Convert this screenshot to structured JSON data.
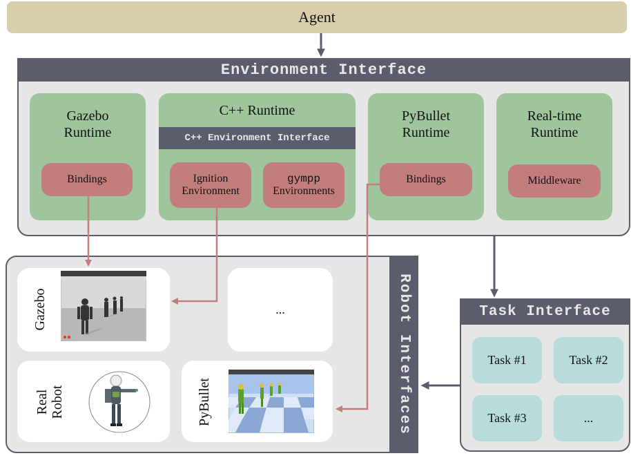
{
  "agent": {
    "label": "Agent"
  },
  "env_interface": {
    "title": "Environment Interface",
    "gazebo": {
      "title_line1": "Gazebo",
      "title_line2": "Runtime",
      "bindings": "Bindings"
    },
    "cpp": {
      "title": "C++ Runtime",
      "bar": "C++ Environment Interface",
      "ignition_line1": "Ignition",
      "ignition_line2": "Environment",
      "gympp_line1": "gympp",
      "gympp_line2": "Environments"
    },
    "pybullet": {
      "title_line1": "PyBullet",
      "title_line2": "Runtime",
      "bindings": "Bindings"
    },
    "realtime": {
      "title_line1": "Real-time",
      "title_line2": "Runtime",
      "middleware": "Middleware"
    }
  },
  "robot_interfaces": {
    "title": "Robot Interfaces",
    "gazebo": "Gazebo",
    "ellipsis": "...",
    "real_line1": "Real",
    "real_line2": "Robot",
    "pybullet": "PyBullet"
  },
  "task_interface": {
    "title": "Task Interface",
    "tasks": [
      "Task #1",
      "Task #2",
      "Task #3",
      "..."
    ]
  },
  "colors": {
    "header": "#5b5c6c",
    "agent": "#d9ceac",
    "runtime": "#9fc59d",
    "component": "#c47d7d",
    "task": "#b8dcd9",
    "arrow_gray": "#5b5c6c",
    "arrow_red": "#c47d7d"
  }
}
